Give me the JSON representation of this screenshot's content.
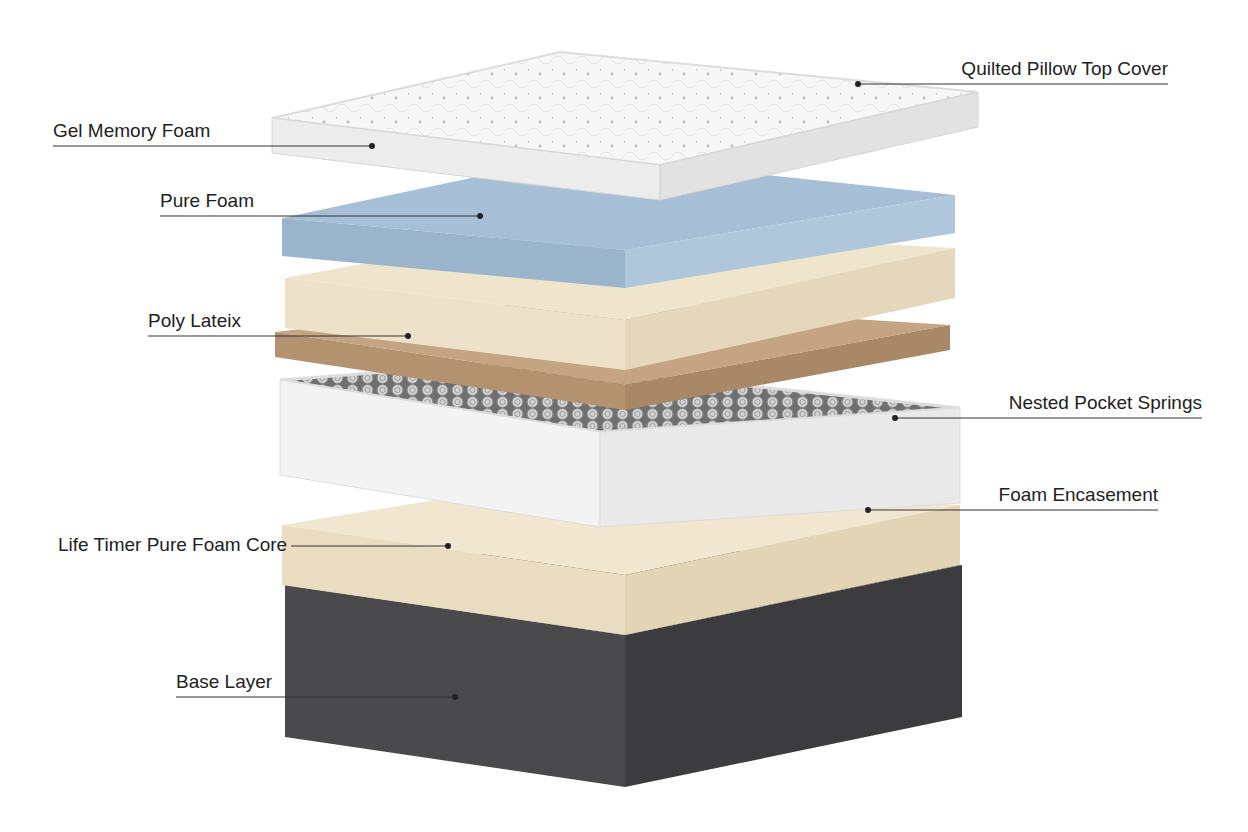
{
  "diagram": {
    "labels": [
      "Quilted Pillow Top Cover",
      "Gel Memory Foam",
      "Pure Foam",
      "Poly Lateix",
      "Nested Pocket Springs",
      "Foam Encasement",
      "Life Timer Pure Foam Core",
      "Base Layer"
    ]
  }
}
